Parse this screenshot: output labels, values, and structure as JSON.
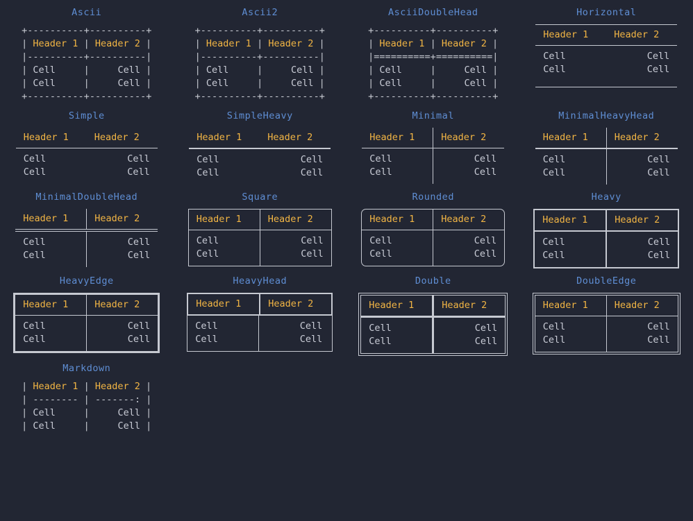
{
  "page": {
    "background": "#222633",
    "title_color": "#5f8ed4",
    "header_color": "#f2b544",
    "cell_color": "#c9ccd6",
    "line_color": "#c6c9d1"
  },
  "table_content": {
    "headers": [
      "Header 1",
      "Header 2"
    ],
    "rows": [
      [
        "Cell",
        "Cell"
      ],
      [
        "Cell",
        "Cell"
      ]
    ],
    "align": [
      "left",
      "right"
    ]
  },
  "styles": [
    {
      "name": "Ascii",
      "kind": "ascii",
      "art": [
        "+----------+----------+",
        "| Header 1 | Header 2 |",
        "|----------+----------|",
        "| Cell     |     Cell |",
        "| Cell     |     Cell |",
        "+----------+----------+"
      ]
    },
    {
      "name": "Ascii2",
      "kind": "ascii",
      "art": [
        "+----------+----------+",
        "| Header 1 | Header 2 |",
        "|----------+----------|",
        "| Cell     |     Cell |",
        "| Cell     |     Cell |",
        "+----------+----------+"
      ]
    },
    {
      "name": "AsciiDoubleHead",
      "kind": "ascii",
      "art": [
        "+----------+----------+",
        "| Header 1 | Header 2 |",
        "|==========+==========|",
        "| Cell     |     Cell |",
        "| Cell     |     Cell |",
        "+----------+----------+"
      ]
    },
    {
      "name": "Horizontal",
      "kind": "box",
      "variant": "horizontal"
    },
    {
      "name": "Simple",
      "kind": "box",
      "variant": "simple"
    },
    {
      "name": "SimpleHeavy",
      "kind": "box",
      "variant": "simpleheavy"
    },
    {
      "name": "Minimal",
      "kind": "box",
      "variant": "minimal"
    },
    {
      "name": "MinimalHeavyHead",
      "kind": "box",
      "variant": "minimalheavy"
    },
    {
      "name": "MinimalDoubleHead",
      "kind": "box",
      "variant": "minimaldbl"
    },
    {
      "name": "Square",
      "kind": "box",
      "variant": "square"
    },
    {
      "name": "Rounded",
      "kind": "box",
      "variant": "rounded"
    },
    {
      "name": "Heavy",
      "kind": "box",
      "variant": "heavy"
    },
    {
      "name": "HeavyEdge",
      "kind": "box",
      "variant": "heavyedge"
    },
    {
      "name": "HeavyHead",
      "kind": "box",
      "variant": "heavyhead"
    },
    {
      "name": "Double",
      "kind": "box",
      "variant": "double"
    },
    {
      "name": "DoubleEdge",
      "kind": "box",
      "variant": "doubleedge"
    },
    {
      "name": "Markdown",
      "kind": "ascii",
      "art": [
        "| Header 1 | Header 2 |",
        "| -------- | -------: |",
        "| Cell     |     Cell |",
        "| Cell     |     Cell |"
      ]
    }
  ]
}
